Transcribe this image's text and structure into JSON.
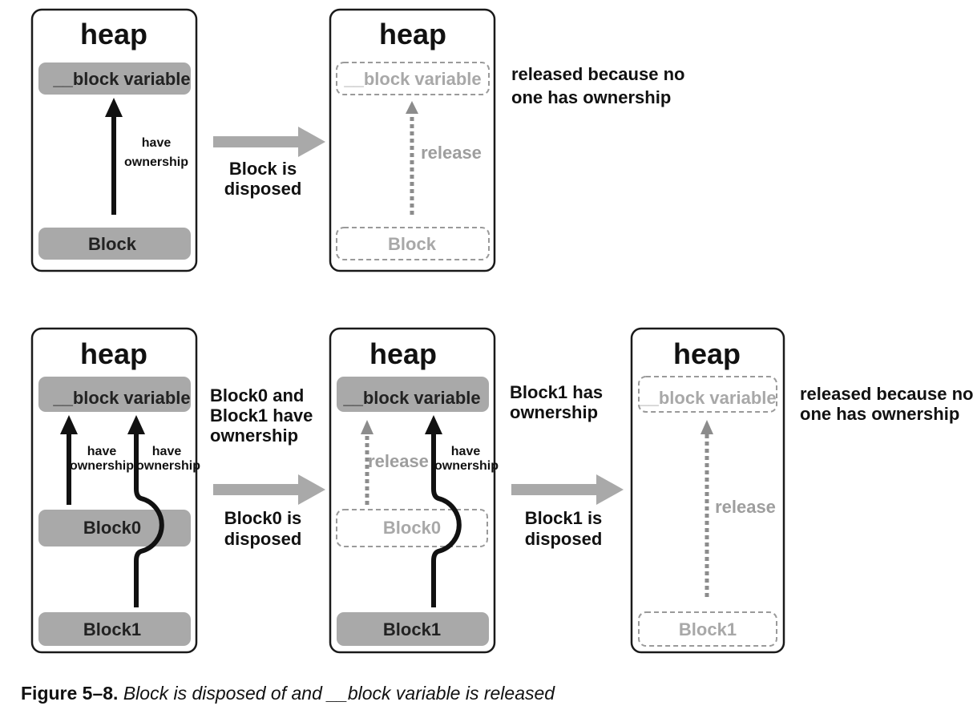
{
  "panels": {
    "heap_title": "heap",
    "block_variable": "__block variable",
    "block": "Block",
    "block0": "Block0",
    "block1": "Block1",
    "have": "have",
    "ownership": "ownership",
    "release": "release"
  },
  "transitions": {
    "top": [
      "Block is",
      "disposed"
    ],
    "bottom_left": [
      "Block0 is",
      "disposed"
    ],
    "bottom_right": [
      "Block1 is",
      "disposed"
    ]
  },
  "notes": {
    "top_released": [
      "released because no",
      "one has ownership"
    ],
    "both_have": [
      "Block0 and",
      "Block1 have",
      "ownership"
    ],
    "block1_has": [
      "Block1 has",
      "ownership"
    ],
    "bottom_released": [
      "released because no",
      "one has ownership"
    ]
  },
  "caption": {
    "figure": "Figure 5–8.",
    "text": "Block is disposed of and __block variable is released"
  }
}
